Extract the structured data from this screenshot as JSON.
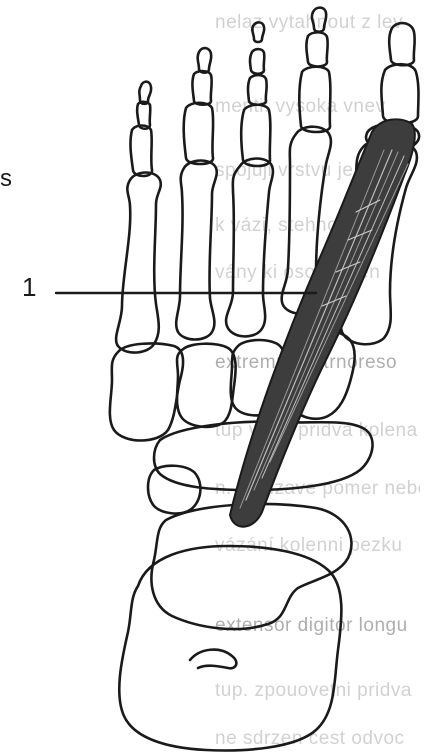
{
  "figure": {
    "label_number": "1",
    "edge_mark": "s"
  },
  "ghost_text": [
    "nelaz vytahnout z lev",
    "menti: vysoka vnev",
    "spojuji vrstvu je ke",
    "k vázi, stehno ztot",
    "vány ki osovrstven",
    "extremni vnitrnoreso",
    "tup v tup pridva kolena",
    "n. klouzave pomer nebo",
    "vázání kolenni pezku",
    "extensor digitor longu",
    "tup. zpouovetni pridva",
    "ne sdrzen cest odvoc"
  ],
  "colors": {
    "ink": "#1a1a1a",
    "muscle": "#3d3d3d",
    "paper": "#ffffff"
  }
}
